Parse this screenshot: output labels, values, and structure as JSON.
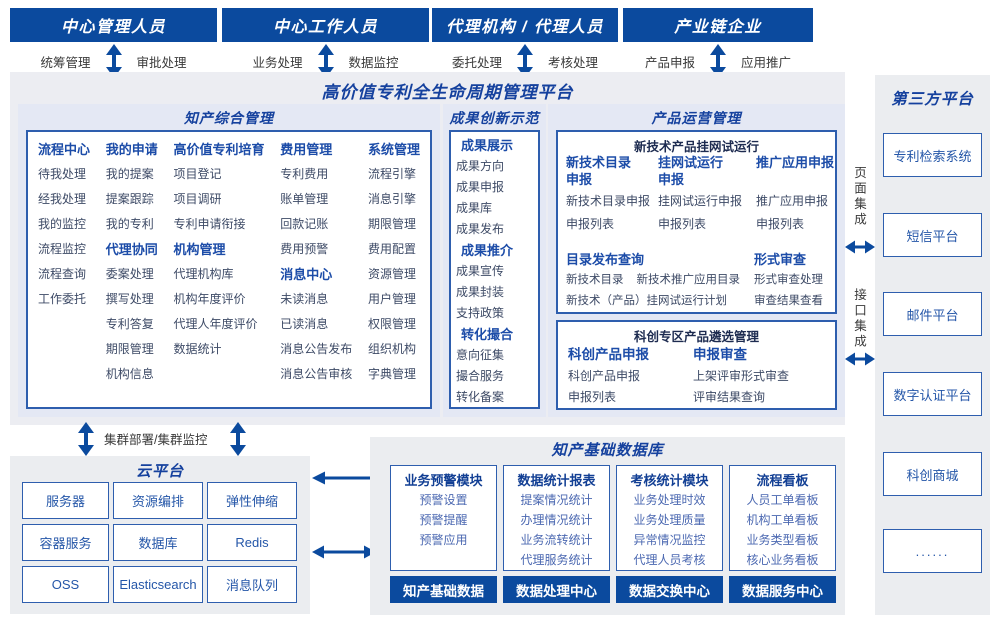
{
  "colors": {
    "primary_blue": "#0b4a9e",
    "title_blue": "#15419e",
    "group_header_blue": "#1c4ca8",
    "item_dark": "#3d4a66",
    "item_blue": "#4b68b1",
    "box_border_blue": "#2e5eae",
    "panel_gray": "#ebedf0",
    "sub_panel_blue": "#e4e8f4"
  },
  "top_sections": [
    {
      "title": "中心管理人员",
      "left": "统筹管理",
      "right": "审批处理"
    },
    {
      "title": "中心工作人员",
      "left": "业务处理",
      "right": "数据监控"
    },
    {
      "title": "代理机构 / 代理人员",
      "left": "委托处理",
      "right": "考核处理"
    },
    {
      "title": "产业链企业",
      "left": "产品申报",
      "right": "应用推广"
    }
  ],
  "platform_title": "高价值专利全生命周期管理平台",
  "ip_mgmt": {
    "title": "知产综合管理",
    "columns": [
      {
        "blocks": [
          {
            "header": "流程中心",
            "items": [
              "待我处理",
              "经我处理",
              "我的监控",
              "流程监控",
              "流程查询",
              "工作委托"
            ]
          }
        ]
      },
      {
        "blocks": [
          {
            "header": "我的申请",
            "items": [
              "我的提案",
              "提案跟踪",
              "我的专利"
            ]
          },
          {
            "header": "代理协同",
            "items": [
              "委案处理",
              "撰写处理",
              "专利答复",
              "期限管理",
              "机构信息"
            ]
          }
        ]
      },
      {
        "blocks": [
          {
            "header": "高价值专利培育",
            "items": [
              "项目登记",
              "项目调研",
              "专利申请衔接"
            ]
          },
          {
            "header": "机构管理",
            "items": [
              "代理机构库",
              "机构年度评价",
              "代理人年度评价",
              "数据统计"
            ]
          }
        ]
      },
      {
        "blocks": [
          {
            "header": "费用管理",
            "items": [
              "专利费用",
              "账单管理",
              "回款记账",
              "费用预警"
            ]
          },
          {
            "header": "消息中心",
            "items": [
              "未读消息",
              "已读消息",
              "消息公告发布",
              "消息公告审核"
            ]
          }
        ]
      },
      {
        "blocks": [
          {
            "header": "系统管理",
            "items": [
              "流程引擎",
              "消息引擎",
              "期限管理",
              "费用配置",
              "资源管理",
              "用户管理",
              "权限管理",
              "组织机构",
              "字典管理"
            ]
          }
        ]
      }
    ]
  },
  "achievement": {
    "title": "成果创新示范",
    "blocks": [
      {
        "header": "成果展示",
        "items": [
          "成果方向",
          "成果申报",
          "成果库",
          "成果发布"
        ]
      },
      {
        "header": "成果推介",
        "items": [
          "成果宣传",
          "成果封装",
          "支持政策"
        ]
      },
      {
        "header": "转化撮合",
        "items": [
          "意向征集",
          "撮合服务",
          "转化备案"
        ]
      }
    ]
  },
  "product_ops": {
    "title": "产品运营管理",
    "trial": {
      "title": "新技术产品挂网试运行",
      "columns": [
        {
          "header": "新技术目录申报",
          "items": [
            "新技术目录申报",
            "申报列表"
          ]
        },
        {
          "header": "挂网试运行申报",
          "items": [
            "挂网试运行申报",
            "申报列表"
          ]
        },
        {
          "header": "推广应用申报",
          "items": [
            "推广应用申报",
            "申报列表"
          ]
        }
      ],
      "catalog": {
        "header": "目录发布查询",
        "row1_a": "新技术目录",
        "row1_b": "新技术推广应用目录",
        "row2": "新技术（产品）挂网试运行计划"
      },
      "review": {
        "header": "形式审查",
        "items": [
          "形式审查处理",
          "审查结果查看"
        ]
      }
    },
    "selection": {
      "title": "科创专区产品遴选管理",
      "columns": [
        {
          "header": "科创产品申报",
          "items": [
            "科创产品申报",
            "申报列表"
          ]
        },
        {
          "header": "申报审查",
          "items": [
            "上架评审形式审查",
            "评审结果查询"
          ]
        }
      ]
    }
  },
  "cluster_label": "集群部署/集群监控",
  "cloud": {
    "title": "云平台",
    "boxes": [
      "服务器",
      "资源编排",
      "弹性伸缩",
      "容器服务",
      "数据库",
      "Redis",
      "OSS",
      "Elasticsearch",
      "消息队列"
    ]
  },
  "database": {
    "title": "知产基础数据库",
    "modules": [
      {
        "header": "业务预警模块",
        "items": [
          "预警设置",
          "预警提醒",
          "预警应用"
        ]
      },
      {
        "header": "数据统计报表",
        "items": [
          "提案情况统计",
          "办理情况统计",
          "业务流转统计",
          "代理服务统计"
        ]
      },
      {
        "header": "考核统计模块",
        "items": [
          "业务处理时效",
          "业务处理质量",
          "异常情况监控",
          "代理人员考核"
        ]
      },
      {
        "header": "流程看板",
        "items": [
          "人员工单看板",
          "机构工单看板",
          "业务类型看板",
          "核心业务看板"
        ]
      }
    ],
    "centers": [
      "知产基础数据",
      "数据处理中心",
      "数据交换中心",
      "数据服务中心"
    ]
  },
  "third_party": {
    "title": "第三方平台",
    "boxes": [
      "专利检索系统",
      "短信平台",
      "邮件平台",
      "数字认证平台",
      "科创商城",
      "......"
    ]
  },
  "integration": {
    "page": "页面集成",
    "api": "接口集成"
  }
}
